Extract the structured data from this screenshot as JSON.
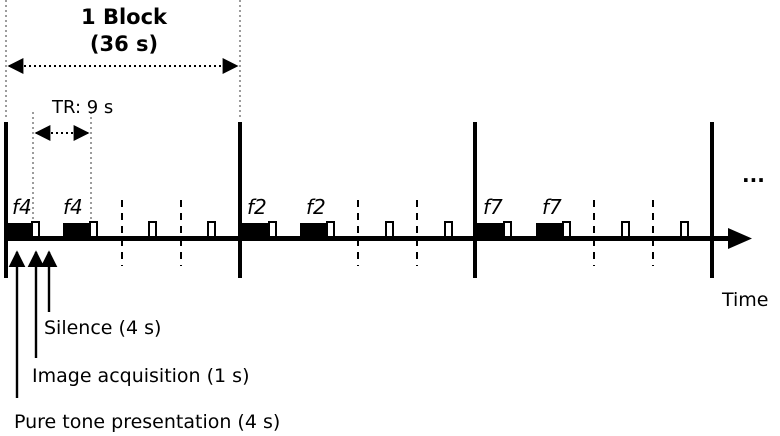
{
  "block": {
    "title": "1 Block",
    "duration": "(36 s)"
  },
  "tr": {
    "label": "TR: 9 s"
  },
  "ellipsis": "...",
  "axis": {
    "label": "Time"
  },
  "frequencies": [
    {
      "first": "f4",
      "second": "f4"
    },
    {
      "first": "f2",
      "second": "f2"
    },
    {
      "first": "f7",
      "second": "f7"
    }
  ],
  "legend": {
    "silence": "Silence (4 s)",
    "acquisition": "Image acquisition (1 s)",
    "pure_tone": "Pure tone presentation (4 s)"
  }
}
